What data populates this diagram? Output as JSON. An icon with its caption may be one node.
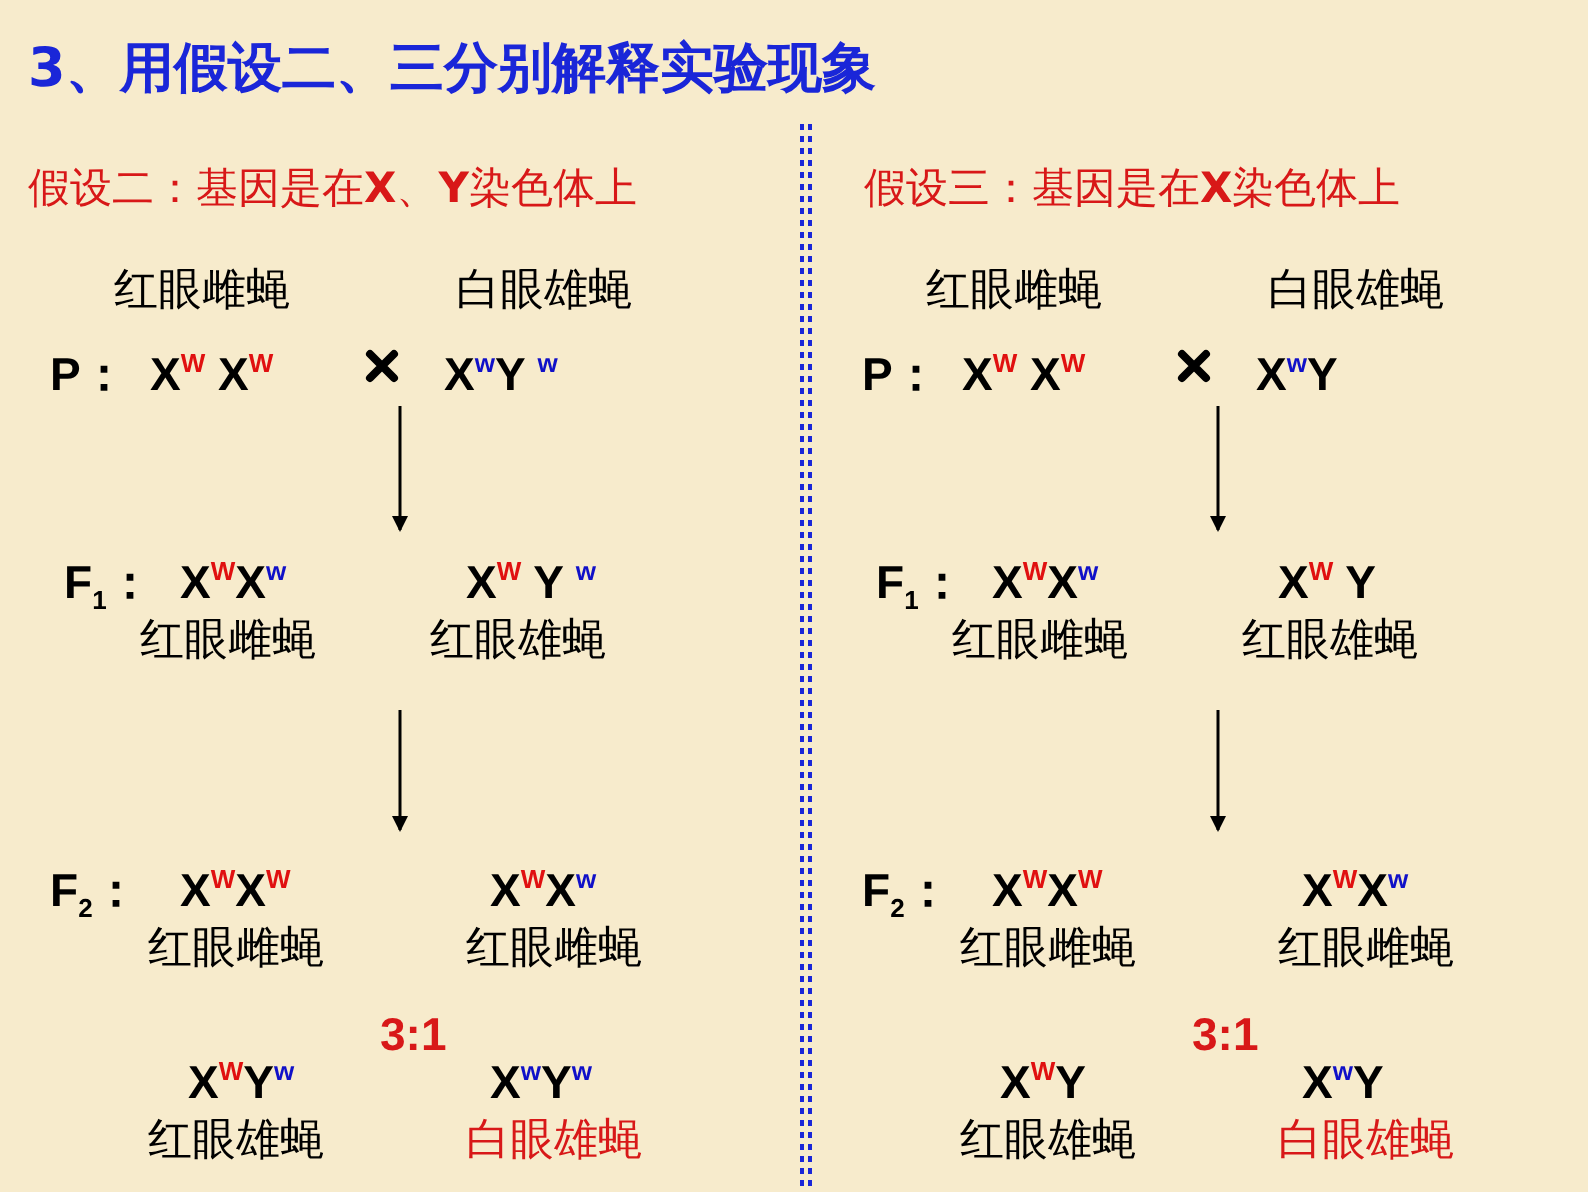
{
  "diagram": {
    "title": "3、用假设二、三分别解释实验现象",
    "labels": [
      "假设二：基因是在**X**、**Y**染色体上",
      "红眼雌蝇",
      "白眼雄蝇",
      "P：",
      "X$^{W}$ X$^{W}$",
      "X$^{w}$Y $^{w}$",
      "F$_{1}$：",
      "X$^{W}$X$^{w}$",
      "X$^{W}$ Y $^{w}$",
      "红眼雌蝇",
      "红眼雄蝇",
      "F$_{2}$：",
      "X$^{W}$X$^{W}$",
      "X$^{W}$X$^{w}$",
      "红眼雌蝇",
      "红眼雌蝇",
      "3:1",
      "X$^{W}$Y$^{w}$",
      "X$^{w}$Y$^{w}$",
      "红眼雄蝇",
      "白眼雄蝇",
      "假设三：基因是在**X**染色体上",
      "红眼雌蝇",
      "白眼雄蝇",
      "P：",
      "X$^{W}$ X$^{W}$",
      "X$^{w}$Y",
      "F$_{1}$：",
      "X$^{W}$X$^{w}$",
      "X$^{W}$ Y",
      "红眼雌蝇",
      "红眼雄蝇",
      "F$_{2}$：",
      "X$^{W}$X$^{W}$",
      "X$^{W}$X$^{w}$",
      "红眼雌蝇",
      "红眼雌蝇",
      "3:1",
      "X$^{W}$Y",
      "X$^{w}$Y",
      "红眼雄蝇",
      "白眼雄蝇"
    ]
  }
}
